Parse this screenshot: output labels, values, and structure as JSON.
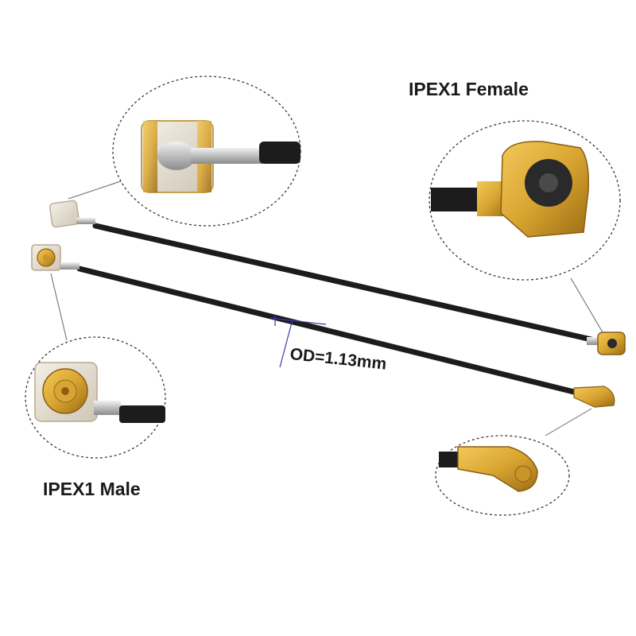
{
  "labels": {
    "female": "IPEX1 Female",
    "male": "IPEX1 Male",
    "outer_diameter": "OD=1.13mm"
  },
  "colors": {
    "background": "#ffffff",
    "cable": "#1c1c1c",
    "gold": "#d9a531",
    "gold_dark": "#a9781a",
    "silver": "#cfcfcf",
    "callout_circle": "#3a3a3a",
    "dimension_line": "#3b3bb0"
  }
}
